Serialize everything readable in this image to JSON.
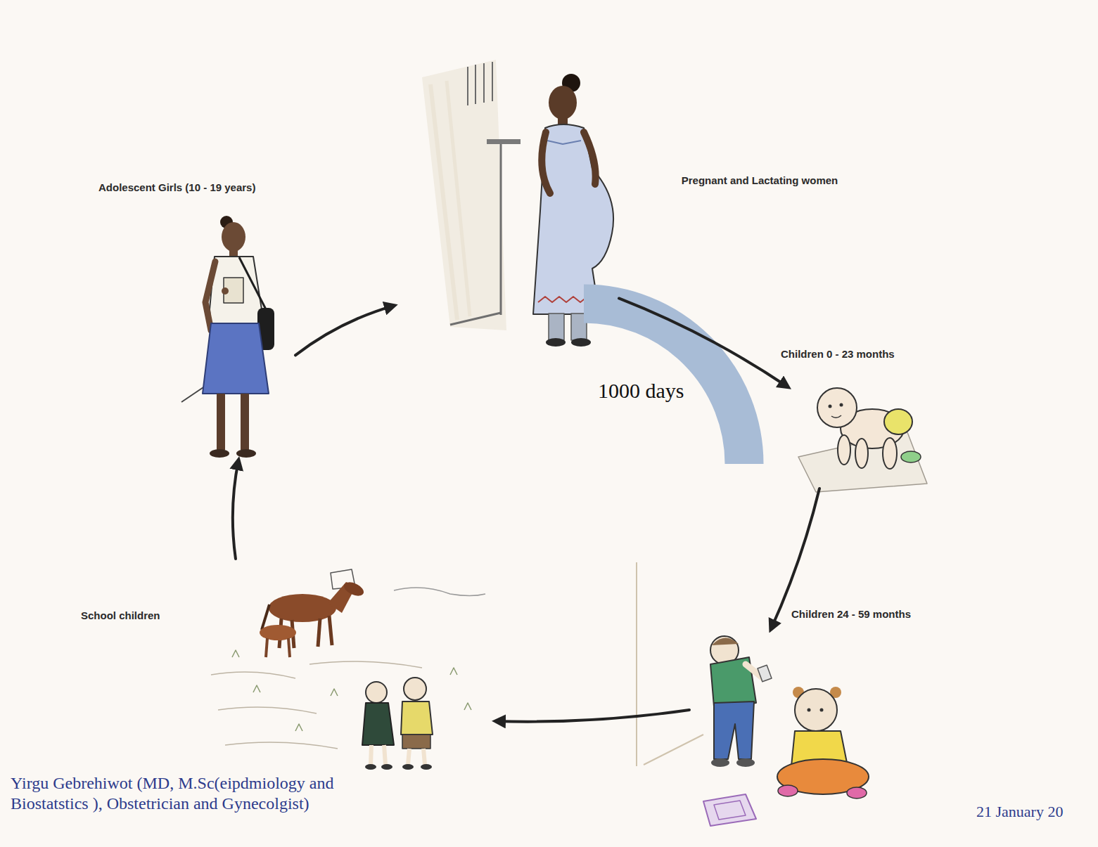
{
  "diagram": {
    "nodes": [
      {
        "text": [
          "Adolescent Girls (10 - 19 years)"
        ]
      },
      {
        "text": [
          "Pregnant and Lactating women"
        ]
      },
      {
        "text": [
          "Children 0 - 23 months"
        ]
      },
      {
        "text": [
          "Children 24 - 59 months"
        ]
      },
      {
        "text": [
          "School children"
        ]
      }
    ],
    "edges": [
      {
        "from": 0,
        "to": 1,
        "arrow": "to"
      },
      {
        "from": 1,
        "to": 2,
        "arrow": "to"
      },
      {
        "from": 2,
        "to": 3,
        "arrow": "to"
      },
      {
        "from": 3,
        "to": 4,
        "arrow": "to"
      },
      {
        "from": 4,
        "to": 0,
        "arrow": "to"
      }
    ],
    "labels": [
      "1000 days",
      "Yirgu Gebrehiwot (MD, M.Sc(eipdmiology and Biostatstics ), Obstetrician and Gynecolgist)",
      "21 January 20"
    ]
  }
}
